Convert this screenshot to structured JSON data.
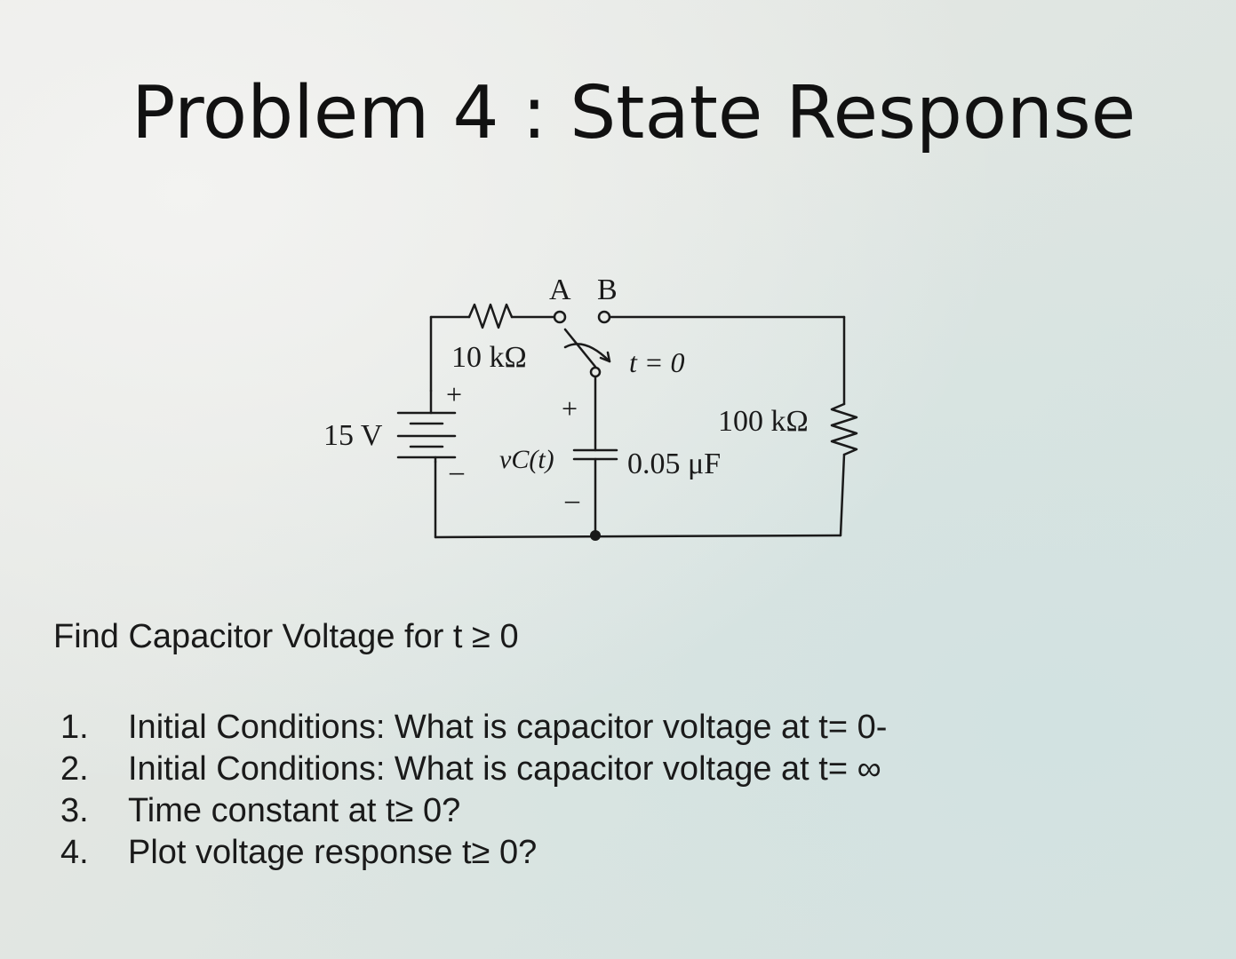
{
  "slide": {
    "title": "Problem 4 : State Response",
    "circuit": {
      "terminal_a": "A",
      "terminal_b": "B",
      "resistor_1": "10 kΩ",
      "source_voltage": "15 V",
      "source_plus": "+",
      "source_minus": "–",
      "switch_time": "t = 0",
      "cap_plus": "+",
      "cap_minus": "–",
      "cap_voltage": "vC(t)",
      "capacitor": "0.05 μF",
      "resistor_2": "100 kΩ"
    },
    "prompt": "Find Capacitor Voltage for t ≥ 0",
    "questions": [
      {
        "number": "1.",
        "text": "Initial Conditions: What is capacitor voltage at t= 0-"
      },
      {
        "number": "2.",
        "text": "Initial Conditions: What is capacitor voltage at t= ∞"
      },
      {
        "number": "3.",
        "text": "Time constant at t≥ 0?"
      },
      {
        "number": "4.",
        "text": "Plot voltage response t≥ 0?"
      }
    ]
  },
  "colors": {
    "ink": "#1a1a1a",
    "background": "#e1e6e2"
  }
}
